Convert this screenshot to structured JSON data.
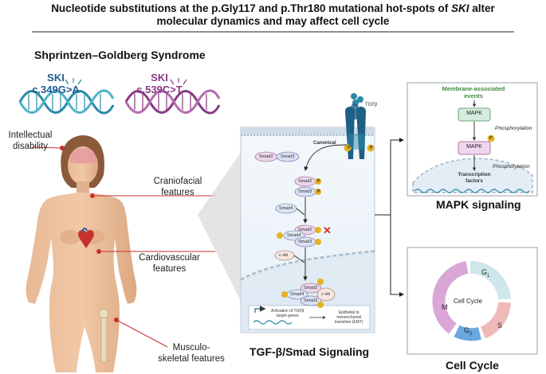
{
  "title": {
    "line1_pre": "Nucleotide substitutions at the p.Gly117 and p.Thr180 mutational hot-spots of ",
    "line1_gene": "SKI",
    "line1_post": " alter",
    "line2": "molecular dynamics and may affect cell cycle"
  },
  "left": {
    "syndrome": "Shprintzen–Goldberg Syndrome",
    "variant1": {
      "gene": "SKI",
      "mutation": "c.349G>A",
      "color": "#1f5f93"
    },
    "variant2": {
      "gene": "SKI",
      "mutation": "c.539C>T",
      "color": "#8a3a83"
    },
    "features": {
      "intellectual": [
        "Intellectual",
        "disability"
      ],
      "craniofacial": [
        "Craniofacial",
        "features"
      ],
      "cardiovascular": [
        "Cardiovascular",
        "features"
      ],
      "musculo": [
        "Musculo-",
        "skeletal features"
      ]
    }
  },
  "tgf": {
    "heading": "TGF-β/Smad Signaling",
    "ligand": "TGFβ",
    "canonical": "Canonical",
    "smad2": "Smad2",
    "smad3": "Smad3",
    "smad4": "Smad4",
    "p": "P",
    "cski": "c-ski",
    "activation": [
      "Activation of TGFβ",
      "target genes"
    ],
    "emt": [
      "Epithelial to",
      "mesenchymal",
      "transition (EMT)"
    ]
  },
  "mapk": {
    "heading": "MAPK signaling",
    "membrane": [
      "Membrane-associated",
      "events"
    ],
    "mapk": "MAPK",
    "phosphorylation": "Phosphorylation",
    "tf": [
      "Transcription",
      "factors"
    ]
  },
  "cellcycle": {
    "heading": "Cell Cycle",
    "center": "Cell Cycle",
    "g1": "G",
    "g1_sub": "1",
    "s": "S",
    "g2": "G",
    "g2_sub": "2",
    "m": "M"
  },
  "colors": {
    "red_line": "#c8312b",
    "dna_blue": "#2a8aa8",
    "dna_purple": "#8a3a83",
    "mapk_green": "#3d8a3d",
    "receptor": "#1d5f86",
    "phospho": "#e4b320"
  }
}
